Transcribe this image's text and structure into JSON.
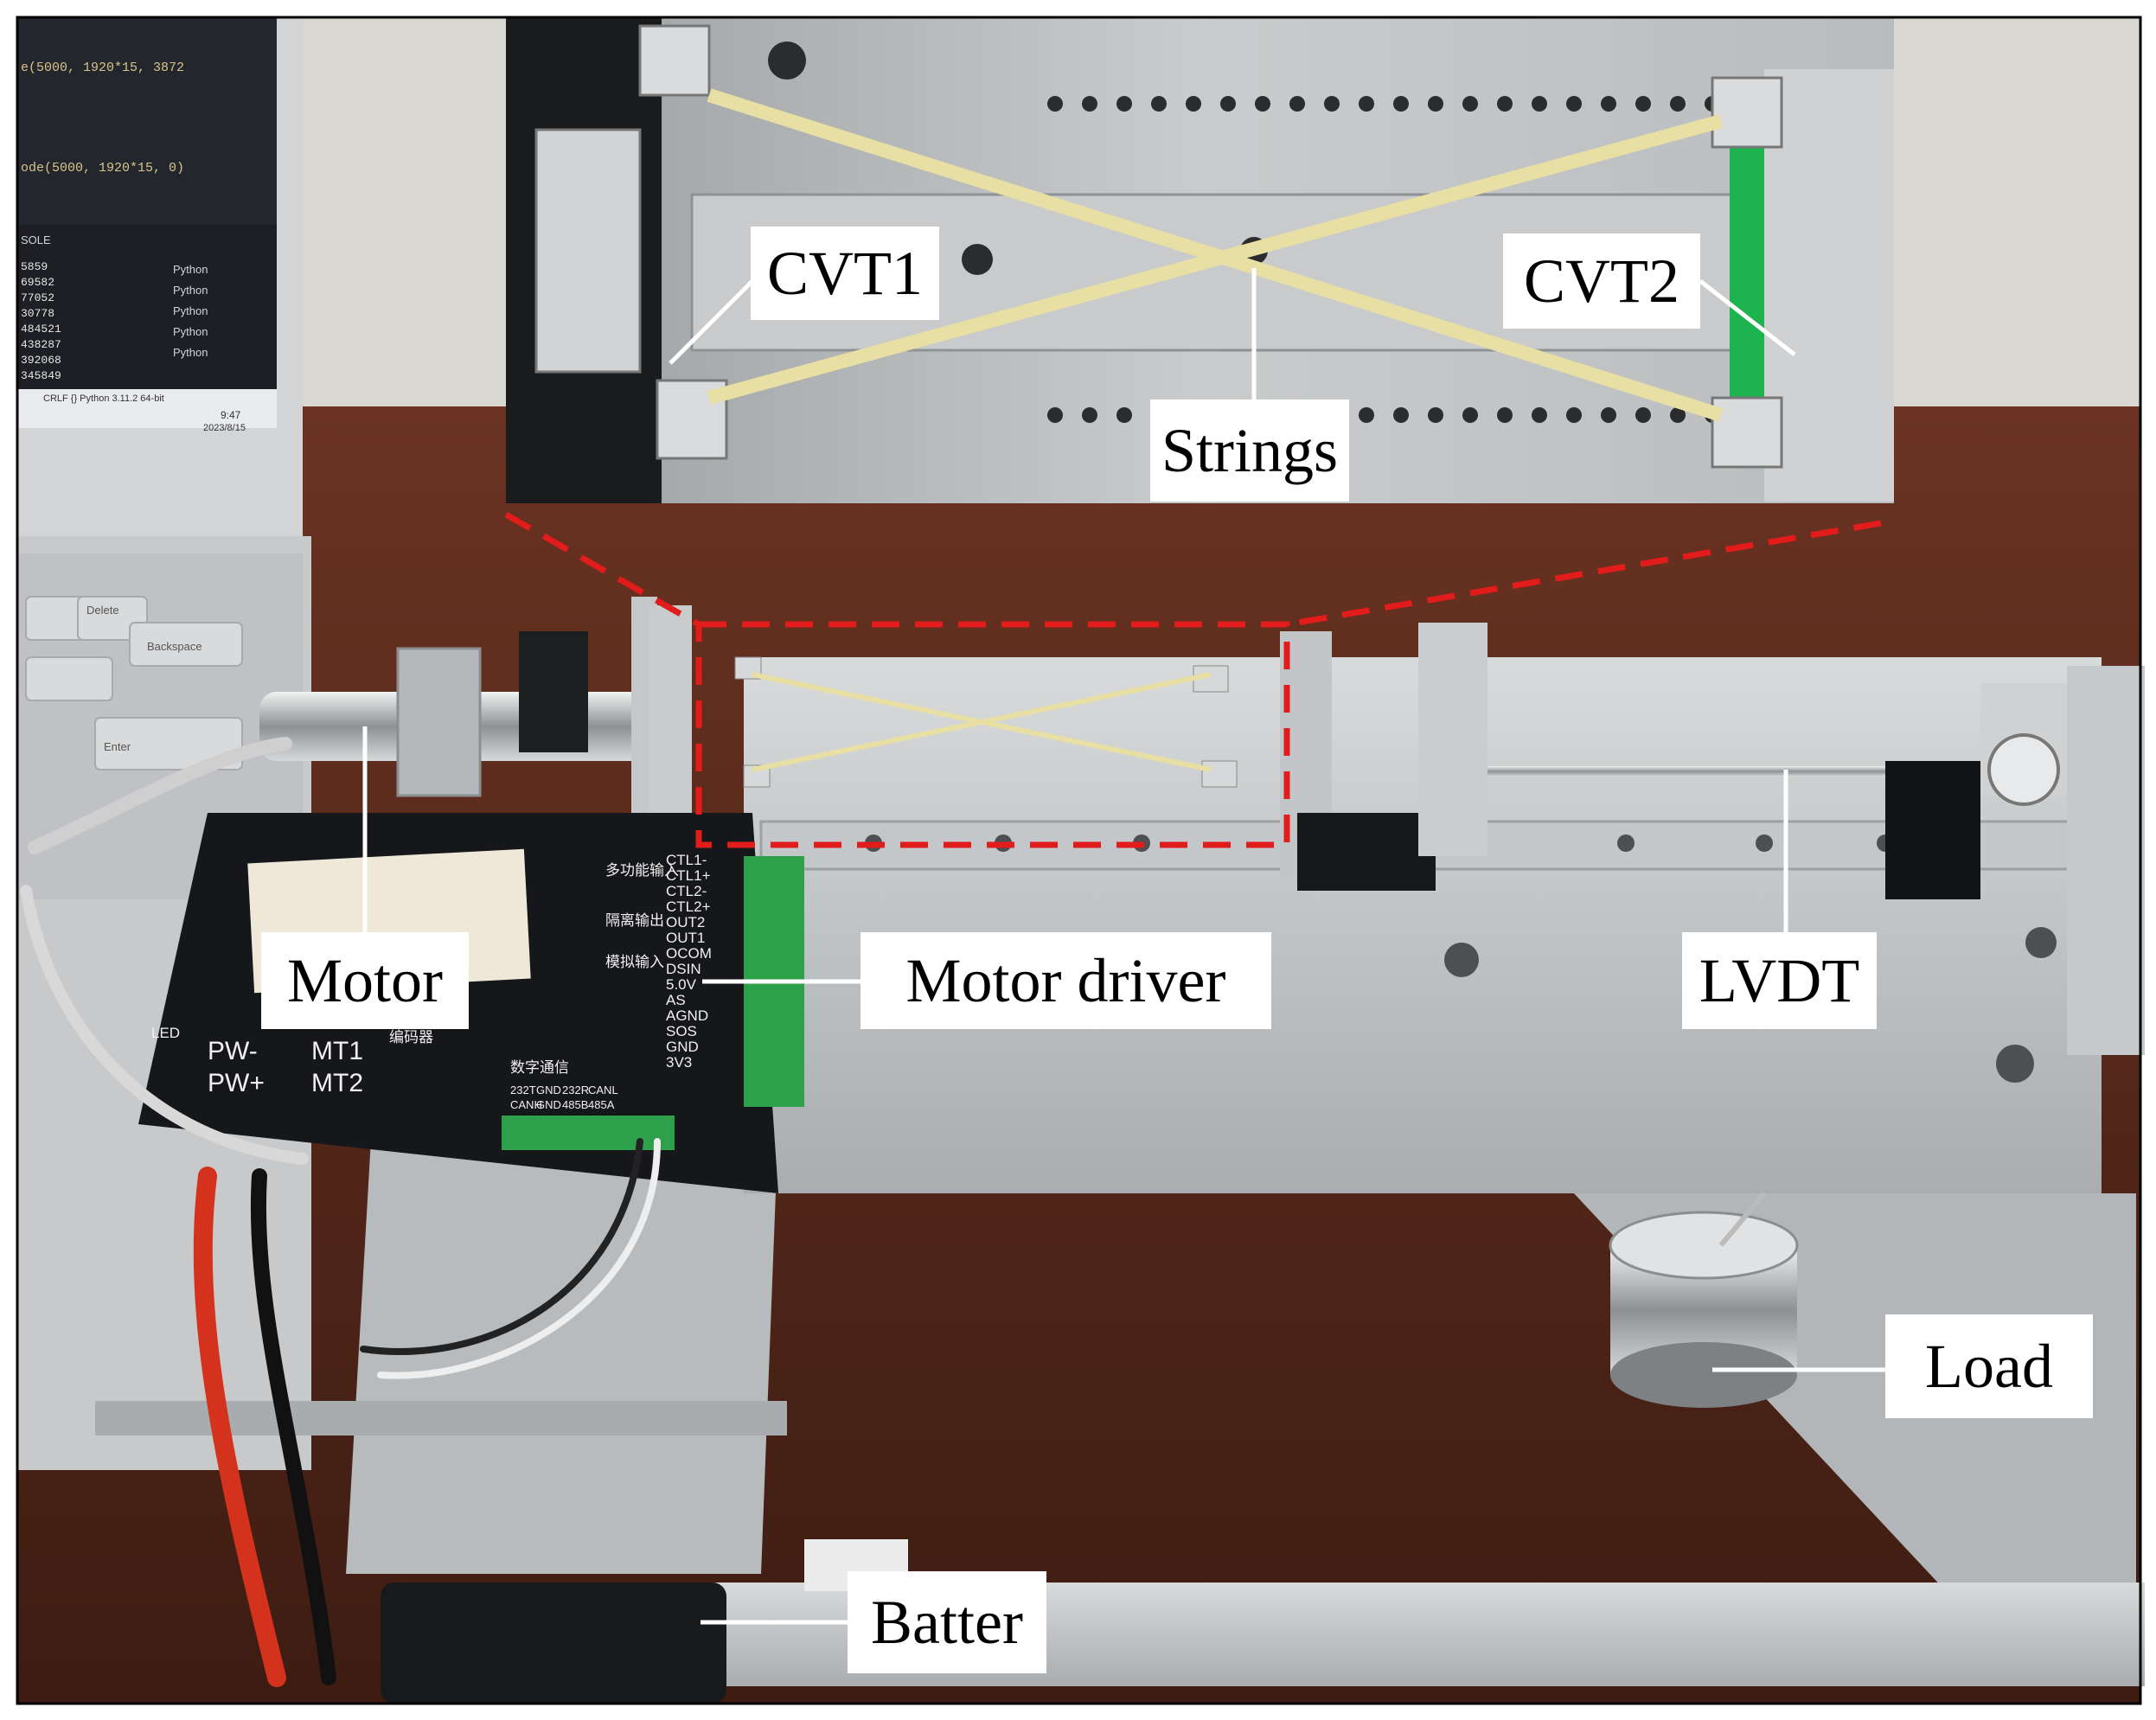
{
  "labels": {
    "cvt1": "CVT1",
    "cvt2": "CVT2",
    "strings": "Strings",
    "motor": "Motor",
    "motor_driver": "Motor driver",
    "lvdt": "LVDT",
    "load": "Load",
    "batter": "Batter"
  },
  "colors": {
    "zoom_frame": "#e21b1b",
    "label_bg": "#ffffff",
    "leader_line": "#ffffff",
    "tabletop": "#5a2b1d",
    "aluminum": "#c9ccce"
  },
  "laptop_screen": {
    "code_line_1": "e(5000, 1920*15, 3872",
    "code_line_2": "ode(5000, 1920*15, 0)",
    "panel_header": "SOLE",
    "console_values": [
      "5859",
      "69582",
      "77052",
      "30778",
      "484521",
      "438287",
      "392068",
      "345849"
    ],
    "terminals": [
      "Python",
      "Python",
      "Python",
      "Python",
      "Python"
    ],
    "status_bar": "CRLF  {} Python  3.11.2 64-bit",
    "clock_time": "9:47",
    "clock_date": "2023/8/15"
  },
  "motor_driver_panel": {
    "header_1": "多功能输入",
    "header_2": "隔离输出",
    "header_3": "模拟输入",
    "pins_right": [
      "CTL1-",
      "CTL1+",
      "CTL2-",
      "CTL2+",
      "OUT2",
      "OUT1",
      "OCOM",
      "DSIN",
      "5.0V",
      "AS",
      "AGND",
      "SOS",
      "GND",
      "3V3"
    ],
    "pins_bottom": [
      "232T",
      "GND",
      "232R",
      "CANL",
      "CANH",
      "GND",
      "485B",
      "485A"
    ],
    "bottom_header": "数字通信",
    "mid_header": "编码器",
    "motor_pins": [
      "MT1",
      "MT2"
    ],
    "pwm_pins": [
      "PW-",
      "PW+"
    ],
    "led": "LED"
  },
  "laptop_keys": [
    "Delete",
    "Backspace",
    "Enter"
  ]
}
